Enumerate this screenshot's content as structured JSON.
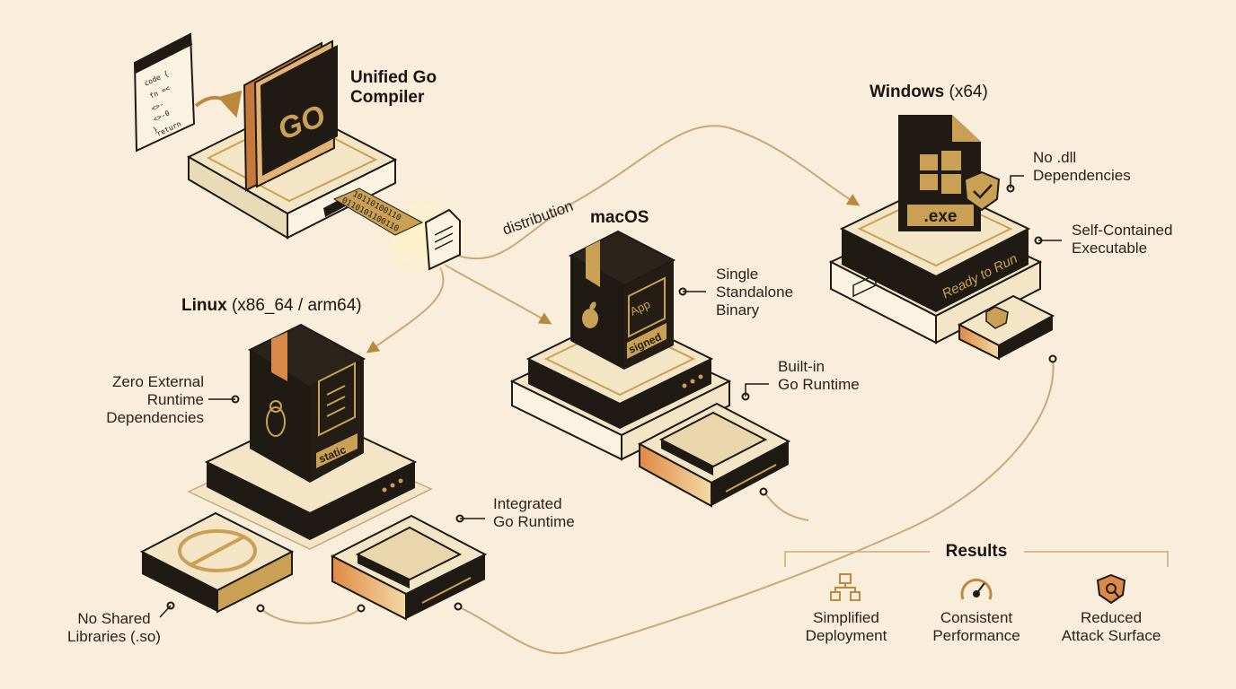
{
  "compiler": {
    "title_line1": "Unified Go",
    "title_line2": "Compiler",
    "logo_text": "GO",
    "code_lines": [
      "code {",
      "fn =<",
      "<>-",
      "<>-0",
      "}",
      "return"
    ],
    "binary_stream": "0110101100110",
    "binary_stream_2": "10110100110"
  },
  "distribution_label": "distribution",
  "linux": {
    "title_bold": "Linux",
    "title_rest": " (x86_64 / arm64)",
    "badge": "static",
    "callout_zero_deps": "Zero External\nRuntime\nDependencies",
    "callout_integrated_runtime": "Integrated\nGo Runtime",
    "callout_no_shared": "No Shared\nLibraries (.so)"
  },
  "macos": {
    "title": "macOS",
    "app_label": "App",
    "badge": "signed",
    "callout_single_binary": "Single\nStandalone\nBinary",
    "callout_builtin_runtime": "Built-in\nGo Runtime"
  },
  "windows": {
    "title_bold": "Windows",
    "title_rest": " (x64)",
    "file_ext": ".exe",
    "platform_text": "Ready to Run",
    "callout_no_dll": "No .dll\nDependencies",
    "callout_self_contained": "Self-Contained\nExecutable"
  },
  "results": {
    "heading": "Results",
    "items": [
      {
        "label": "Simplified\nDeployment",
        "icon": "hierarchy-icon"
      },
      {
        "label": "Consistent\nPerformance",
        "icon": "gauge-icon"
      },
      {
        "label": "Reduced\nAttack Surface",
        "icon": "shield-icon"
      }
    ]
  },
  "colors": {
    "background": "#f8eedb",
    "dark": "#1f1a14",
    "gold": "#c9a054",
    "orange": "#d9894a",
    "cream": "#efe0c0"
  }
}
